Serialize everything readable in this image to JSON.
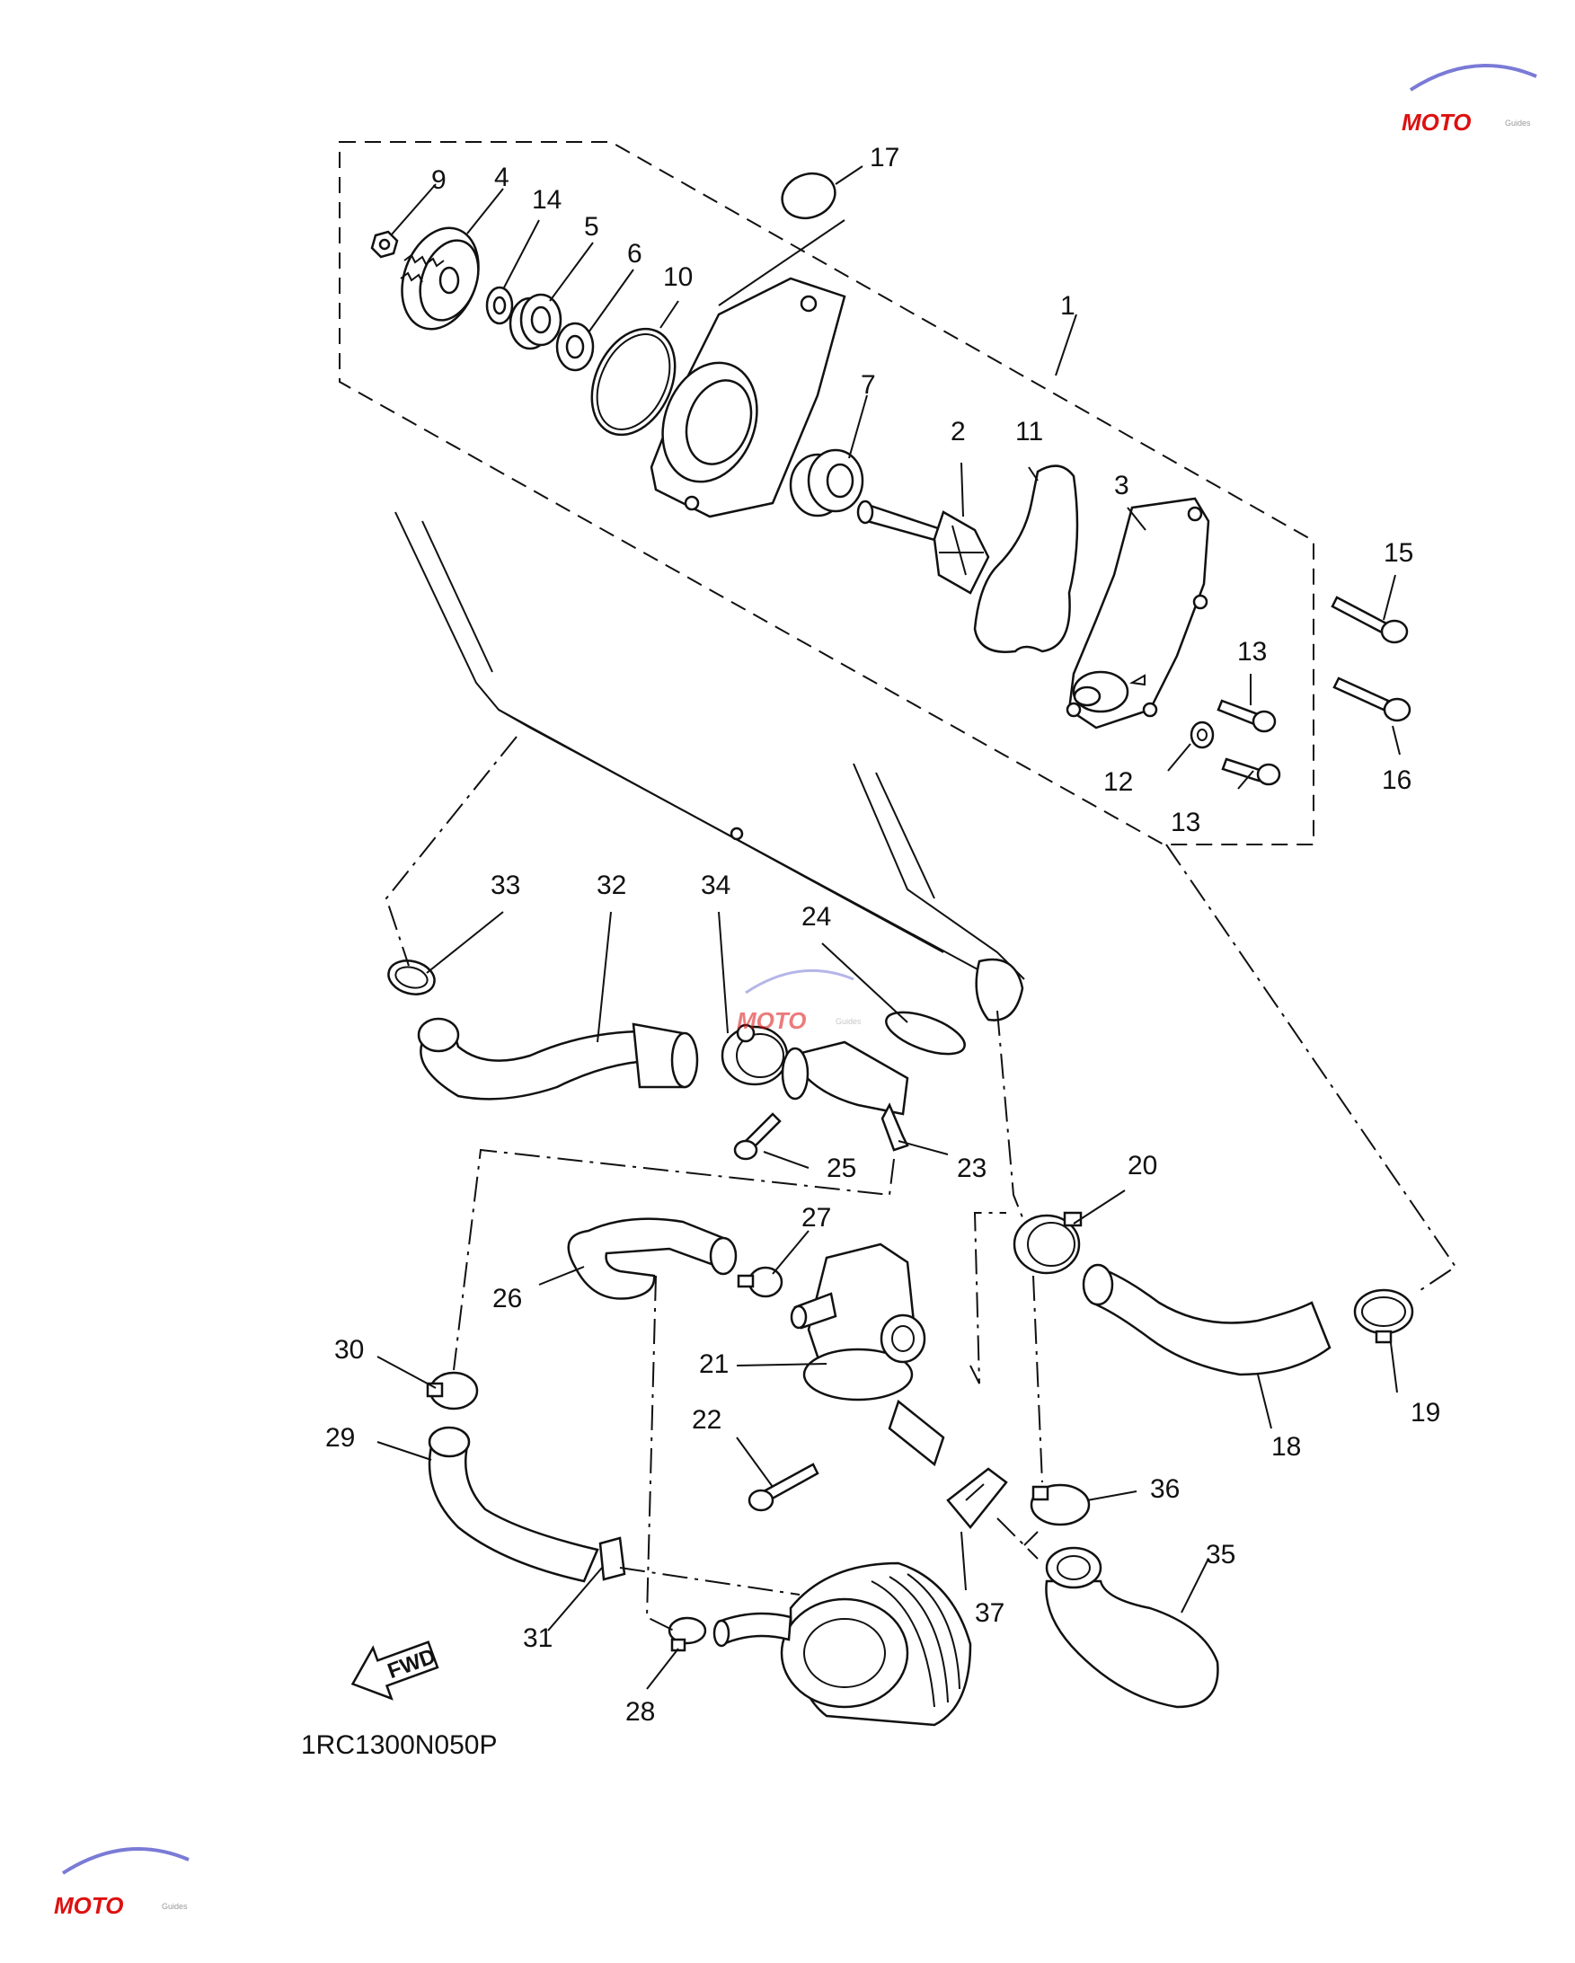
{
  "diagram": {
    "code": "1RC1300N050P",
    "fwd_label": "FWD",
    "callouts": [
      {
        "id": "p1",
        "text": "1"
      },
      {
        "id": "p2",
        "text": "2"
      },
      {
        "id": "p3",
        "text": "3"
      },
      {
        "id": "p4",
        "text": "4"
      },
      {
        "id": "p5",
        "text": "5"
      },
      {
        "id": "p6",
        "text": "6"
      },
      {
        "id": "p7",
        "text": "7"
      },
      {
        "id": "p9",
        "text": "9"
      },
      {
        "id": "p10",
        "text": "10"
      },
      {
        "id": "p11",
        "text": "11"
      },
      {
        "id": "p12",
        "text": "12"
      },
      {
        "id": "p13a",
        "text": "13"
      },
      {
        "id": "p13b",
        "text": "13"
      },
      {
        "id": "p14",
        "text": "14"
      },
      {
        "id": "p15",
        "text": "15"
      },
      {
        "id": "p16",
        "text": "16"
      },
      {
        "id": "p17",
        "text": "17"
      },
      {
        "id": "p18",
        "text": "18"
      },
      {
        "id": "p19",
        "text": "19"
      },
      {
        "id": "p20",
        "text": "20"
      },
      {
        "id": "p21",
        "text": "21"
      },
      {
        "id": "p22",
        "text": "22"
      },
      {
        "id": "p23",
        "text": "23"
      },
      {
        "id": "p24",
        "text": "24"
      },
      {
        "id": "p25",
        "text": "25"
      },
      {
        "id": "p26",
        "text": "26"
      },
      {
        "id": "p27",
        "text": "27"
      },
      {
        "id": "p28",
        "text": "28"
      },
      {
        "id": "p29",
        "text": "29"
      },
      {
        "id": "p30",
        "text": "30"
      },
      {
        "id": "p31",
        "text": "31"
      },
      {
        "id": "p32",
        "text": "32"
      },
      {
        "id": "p33",
        "text": "33"
      },
      {
        "id": "p34",
        "text": "34"
      },
      {
        "id": "p35",
        "text": "35"
      },
      {
        "id": "p36",
        "text": "36"
      },
      {
        "id": "p37",
        "text": "37"
      }
    ]
  },
  "watermark": {
    "brand": "MOTO",
    "sub": "Guides"
  }
}
